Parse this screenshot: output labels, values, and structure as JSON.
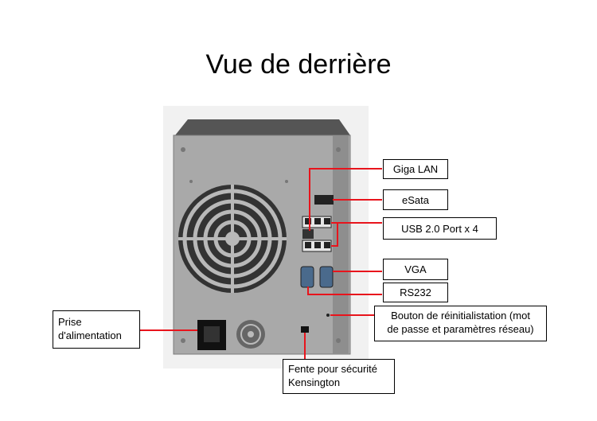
{
  "title": "Vue de derrière",
  "labels": {
    "giga_lan": "Giga LAN",
    "esata": "eSata",
    "usb": "USB 2.0 Port x 4",
    "vga": "VGA",
    "rs232": "RS232",
    "reset_line1": "Bouton de réinitialistation (mot",
    "reset_line2": "de passe et paramètres réseau)",
    "power_line1": "Prise",
    "power_line2": "d'alimentation",
    "kensington_line1": "Fente pour sécurité",
    "kensington_line2": "Kensington"
  },
  "colors": {
    "leader_line": "#e8141c",
    "case_body": "#a9a9a9",
    "case_top": "#5a5a5a"
  }
}
